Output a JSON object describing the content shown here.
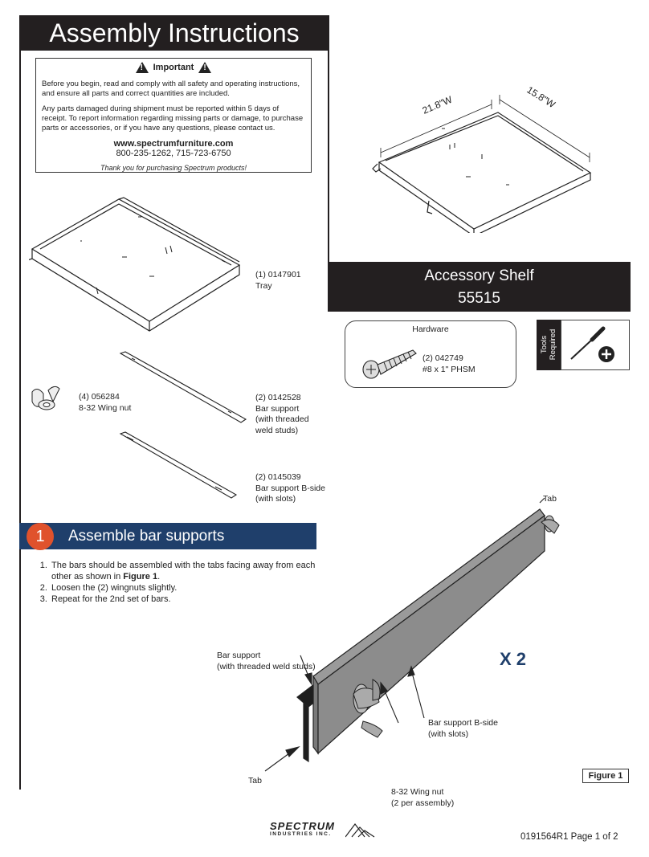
{
  "header": {
    "title": "Assembly Instructions"
  },
  "important": {
    "heading": "Important",
    "p1": "Before you begin, read and comply with all safety and operating instructions, and ensure all parts and correct quantities are included.",
    "p2": "Any parts damaged during shipment must be reported within 5 days of receipt. To report information regarding missing parts or damage, to purchase parts or accessories, or if you have any questions, please contact us.",
    "url": "www.spectrumfurniture.com",
    "phone": "800-235-1262, 715-723-6750",
    "thanks": "Thank you for purchasing Spectrum products!"
  },
  "dimensions": {
    "width": "21.8\"W",
    "depth": "15.8\"W"
  },
  "product": {
    "name": "Accessory Shelf",
    "number": "55515"
  },
  "hardware": {
    "title": "Hardware",
    "line1": "(2) 042749",
    "line2": "#8 x 1\" PHSM"
  },
  "tools": {
    "label1": "Tools",
    "label2": "Required"
  },
  "parts": {
    "tray": {
      "line1": "(1) 0147901",
      "line2": "Tray"
    },
    "wingnut": {
      "line1": "(4) 056284",
      "line2": "8-32 Wing nut"
    },
    "bar_a": {
      "line1": "(2) 0142528",
      "line2": "Bar support",
      "line3": "(with threaded",
      "line4": "weld studs)"
    },
    "bar_b": {
      "line1": "(2) 0145039",
      "line2": "Bar support B-side",
      "line3": "(with slots)"
    }
  },
  "step1": {
    "number": "1",
    "title": "Assemble bar supports",
    "item1_pre": "The bars should be assembled with the tabs facing away from each other as shown in ",
    "item1_bold": "Figure 1",
    "item1_post": ".",
    "item2": "Loosen the (2) wingnuts slightly.",
    "item3": "Repeat for the 2nd set of bars."
  },
  "figure1": {
    "tab_top": "Tab",
    "tab_bottom": "Tab",
    "bar_support_1": "Bar support",
    "bar_support_2": "(with threaded weld studs)",
    "bside_1": "Bar support B-side",
    "bside_2": "(with slots)",
    "wingnut_1": "8-32 Wing nut",
    "wingnut_2": "(2 per assembly)",
    "multiplier": "X 2",
    "label": "Figure 1"
  },
  "logo": {
    "top": "SPECTRUM",
    "bottom": "INDUSTRIES INC."
  },
  "footer": {
    "doc_id": "0191564R1 Page 1 of 2"
  }
}
